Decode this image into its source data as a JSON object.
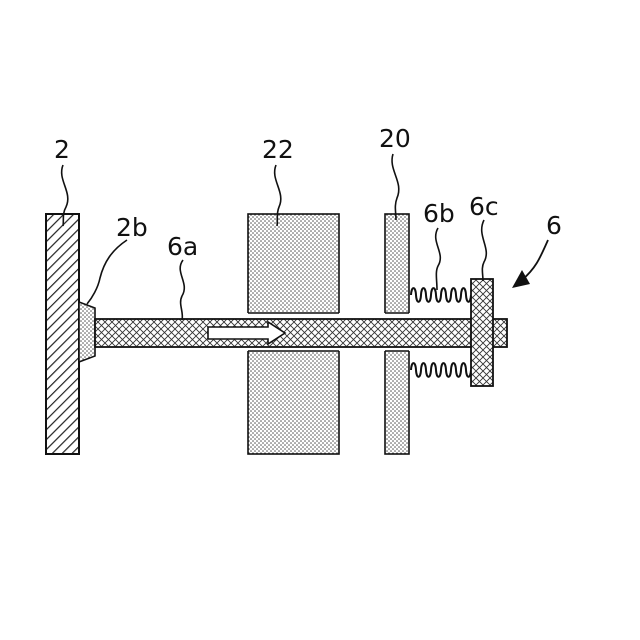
{
  "labels": {
    "wall": "2",
    "wedge": "2b",
    "rod": "6a",
    "block": "22",
    "plate": "20",
    "spring": "6b",
    "head": "6c",
    "assembly": "6"
  }
}
